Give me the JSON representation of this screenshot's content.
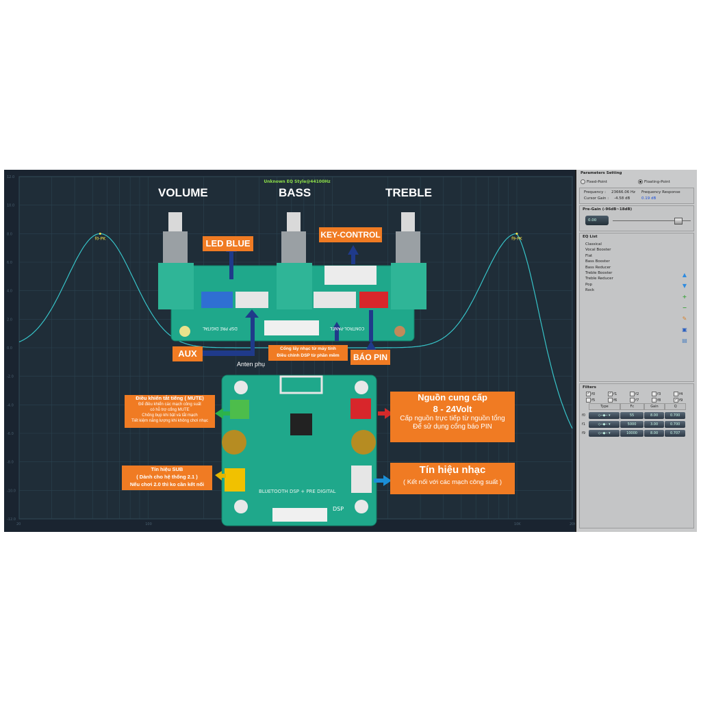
{
  "eq": {
    "title": "Unknown EQ Style@44100Hz",
    "y_ticks": [
      "12.0",
      "10.0",
      "8.0",
      "6.0",
      "4.0",
      "2.0",
      "0.0",
      "-2.0",
      "-4.0",
      "-6.0",
      "-8.0",
      "-10.0",
      "-12.0"
    ],
    "x_ticks": [
      {
        "label": "20",
        "freq": 20
      },
      {
        "label": "100",
        "freq": 100
      },
      {
        "label": "10K",
        "freq": 10000
      },
      {
        "label": "20K",
        "freq": 20000
      }
    ],
    "markers": [
      {
        "label": "f0-PK",
        "freq": 55,
        "gain": 8.0
      },
      {
        "label": "f9-PK",
        "freq": 10000,
        "gain": 8.0
      }
    ],
    "colors": {
      "bg": "#1a2430",
      "grid": "#2b4350",
      "curve": "#37c4c9",
      "label": "#ffe94a",
      "title": "#8ee04a"
    }
  },
  "board": {
    "headings": {
      "volume": "VOLUME",
      "bass": "BASS",
      "treble": "TREBLE"
    },
    "tags": {
      "led_blue": "LED BLUE",
      "key_control": "KEY-CONTROL",
      "aux": "AUX",
      "bao_pin": "BÁO PIN",
      "pc_line1": "Cổng lấy nhạc từ máy tính",
      "pc_line2": "Điều chỉnh DSP từ phần mềm",
      "antenna": "Anten phụ",
      "mute_title": "Điều khiển tắt tiếng ( MUTE)",
      "mute_l1": "Để điều khiển các mạch công suất",
      "mute_l2": "có hỗ trợ cổng MUTE",
      "mute_l3": "Chống bụp khi bật và tắt mạch",
      "mute_l4": "Tiết kiệm năng lượng khi không chơi nhạc",
      "power_title": "Nguồn cung cấp",
      "power_volt": "8 - 24Volt",
      "power_l1": "Cấp nguồn trực tiếp từ nguồn tổng",
      "power_l2": "Để sử dụng cổng báo PIN",
      "sub_title": "Tín hiệu SUB",
      "sub_l1": "( Dành cho hệ thống 2.1 )",
      "sub_l2": "Nếu chơi 2.0 thì ko cần kết nối",
      "music_title": "Tín hiệu nhạc",
      "music_l1": "( Kết nối với các mạch công suất )"
    },
    "silk": {
      "top_left": "DSP PRE DIGITAL",
      "top_mid": "CONTROL-PANEL",
      "bottom": "BLUETOOTH DSP + PRE DIGITAL",
      "dsp": "DSP"
    }
  },
  "settings": {
    "title": "Parameters Setting",
    "fixed": "Fixed-Point",
    "floating": "Floating-Point",
    "frequency_label": "Frequency :",
    "frequency_value": "23666.06 Hz",
    "cursor_label": "Cursor Gain :",
    "cursor_value": "-4.58 dB",
    "response_label": "Frequency Response",
    "response_value": "0.19 dB",
    "pregain_label": "Pre-Gain (-96dB~18dB)",
    "pregain_value": "0.00",
    "pregain_level": 0.83,
    "eq_list_title": "EQ List",
    "eq_list": [
      "Classical",
      "Vocal Booster",
      "Flat",
      "Bass Booster",
      "Bass Reducer",
      "Treble Booster",
      "Treble Reducer",
      "Pop",
      "Rock"
    ],
    "filters_title": "Filters",
    "filter_checks": [
      {
        "label": "f0",
        "checked": true
      },
      {
        "label": "f1",
        "checked": true
      },
      {
        "label": "f2",
        "checked": false
      },
      {
        "label": "f3",
        "checked": false
      },
      {
        "label": "f4",
        "checked": false
      },
      {
        "label": "f5",
        "checked": false
      },
      {
        "label": "f6",
        "checked": false
      },
      {
        "label": "f7",
        "checked": false
      },
      {
        "label": "f8",
        "checked": false
      },
      {
        "label": "f9",
        "checked": true
      }
    ],
    "filter_headers": [
      "Type",
      "Fc",
      "Gain",
      "Q"
    ],
    "filter_rows": [
      {
        "idx": "f0",
        "fc": "55",
        "gain": "8.00",
        "q": "0.700"
      },
      {
        "idx": "f1",
        "fc": "5000",
        "gain": "3.00",
        "q": "0.700"
      },
      {
        "idx": "f9",
        "fc": "10000",
        "gain": "8.00",
        "q": "0.707"
      }
    ]
  }
}
